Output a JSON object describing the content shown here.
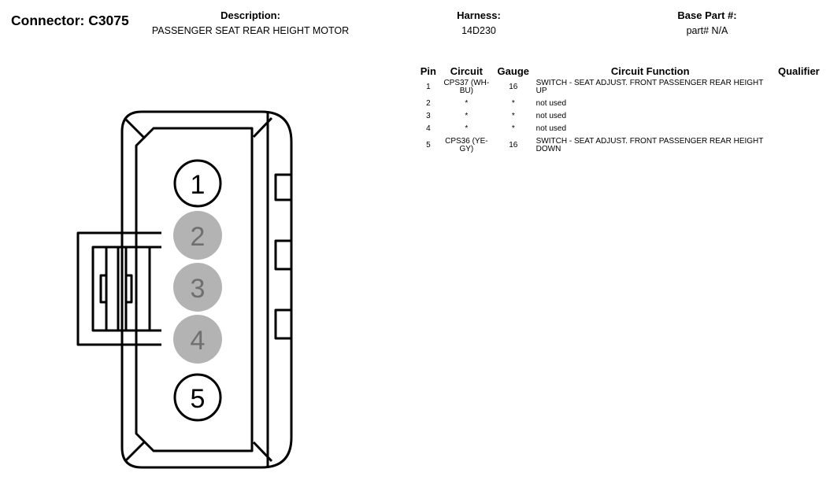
{
  "header": {
    "connector_label": "Connector: C3075",
    "description_label": "Description:",
    "description_value": "PASSENGER SEAT REAR HEIGHT MOTOR",
    "harness_label": "Harness:",
    "harness_value": "14D230",
    "base_part_label": "Base Part #:",
    "base_part_value": "part# N/A"
  },
  "table": {
    "headers": [
      "Pin",
      "Circuit",
      "Gauge",
      "Circuit Function",
      "Qualifier"
    ],
    "rows": [
      {
        "pin": "1",
        "circuit": "CPS37 (WH-BU)",
        "gauge": "16",
        "function": "SWITCH - SEAT ADJUST. FRONT PASSENGER REAR HEIGHT UP",
        "qualifier": ""
      },
      {
        "pin": "2",
        "circuit": "*",
        "gauge": "*",
        "function": "not used",
        "qualifier": ""
      },
      {
        "pin": "3",
        "circuit": "*",
        "gauge": "*",
        "function": "not used",
        "qualifier": ""
      },
      {
        "pin": "4",
        "circuit": "*",
        "gauge": "*",
        "function": "not used",
        "qualifier": ""
      },
      {
        "pin": "5",
        "circuit": "CPS36 (YE-GY)",
        "gauge": "16",
        "function": "SWITCH - SEAT ADJUST. FRONT PASSENGER REAR HEIGHT DOWN",
        "qualifier": ""
      }
    ]
  },
  "diagram": {
    "pins": [
      {
        "label": "1",
        "used": true
      },
      {
        "label": "2",
        "used": false
      },
      {
        "label": "3",
        "used": false
      },
      {
        "label": "4",
        "used": false
      },
      {
        "label": "5",
        "used": true
      }
    ],
    "colors": {
      "line": "#000000",
      "unused_pin_fill": "#b3b3b3",
      "unused_pin_text": "#6f6f6f",
      "used_pin_fill": "#ffffff"
    }
  }
}
